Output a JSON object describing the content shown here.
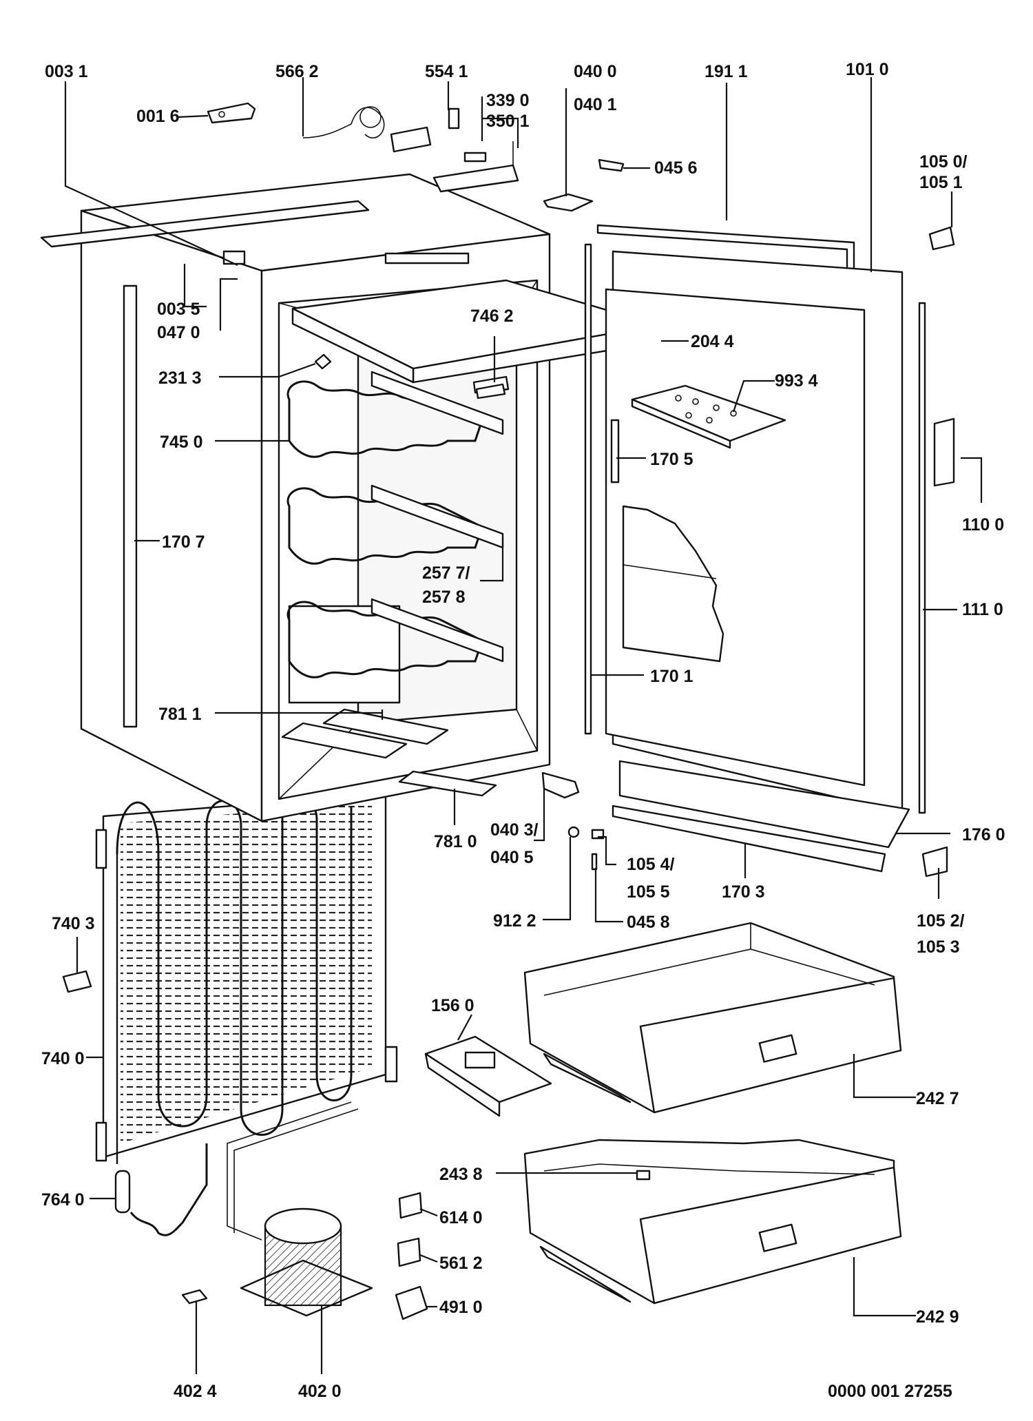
{
  "drawing_number": "0000 001 27255",
  "labels": [
    {
      "id": "p0031",
      "text": "003 1"
    },
    {
      "id": "p0016",
      "text": "001 6"
    },
    {
      "id": "p5662",
      "text": "566 2"
    },
    {
      "id": "p5541",
      "text": "554 1"
    },
    {
      "id": "p3390",
      "text": "339 0"
    },
    {
      "id": "p3501",
      "text": "350 1"
    },
    {
      "id": "p0400",
      "text": "040 0"
    },
    {
      "id": "p0401",
      "text": "040 1"
    },
    {
      "id": "p1911",
      "text": "191 1"
    },
    {
      "id": "p1010",
      "text": "101 0"
    },
    {
      "id": "p0456",
      "text": "045 6"
    },
    {
      "id": "p1050",
      "text": "105 0/"
    },
    {
      "id": "p1051",
      "text": "105 1"
    },
    {
      "id": "p0035",
      "text": "003 5"
    },
    {
      "id": "p0470",
      "text": "047 0"
    },
    {
      "id": "p7462",
      "text": "746 2"
    },
    {
      "id": "p2044",
      "text": "204 4"
    },
    {
      "id": "p2313",
      "text": "231 3"
    },
    {
      "id": "p9934",
      "text": "993 4"
    },
    {
      "id": "p7450",
      "text": "745 0"
    },
    {
      "id": "p1705",
      "text": "170 5"
    },
    {
      "id": "p1100",
      "text": "110 0"
    },
    {
      "id": "p1707",
      "text": "170 7"
    },
    {
      "id": "p2577",
      "text": "257 7/"
    },
    {
      "id": "p2578",
      "text": "257 8"
    },
    {
      "id": "p1110",
      "text": "111 0"
    },
    {
      "id": "p1701",
      "text": "170 1"
    },
    {
      "id": "p7811",
      "text": "781 1"
    },
    {
      "id": "p7810",
      "text": "781 0"
    },
    {
      "id": "p0403",
      "text": "040 3/"
    },
    {
      "id": "p0405",
      "text": "040 5"
    },
    {
      "id": "p1054",
      "text": "105 4/"
    },
    {
      "id": "p1055",
      "text": "105 5"
    },
    {
      "id": "p1703",
      "text": "170 3"
    },
    {
      "id": "p1760",
      "text": "176 0"
    },
    {
      "id": "p9122",
      "text": "912 2"
    },
    {
      "id": "p0458",
      "text": "045 8"
    },
    {
      "id": "p1052",
      "text": "105 2/"
    },
    {
      "id": "p1053",
      "text": "105 3"
    },
    {
      "id": "p7403",
      "text": "740 3"
    },
    {
      "id": "p1560",
      "text": "156 0"
    },
    {
      "id": "p7400",
      "text": "740 0"
    },
    {
      "id": "p2427",
      "text": "242 7"
    },
    {
      "id": "p2438",
      "text": "243 8"
    },
    {
      "id": "p7640",
      "text": "764 0"
    },
    {
      "id": "p6140",
      "text": "614 0"
    },
    {
      "id": "p5612",
      "text": "561 2"
    },
    {
      "id": "p4910",
      "text": "491 0"
    },
    {
      "id": "p2429",
      "text": "242 9"
    },
    {
      "id": "p4024",
      "text": "402 4"
    },
    {
      "id": "p4020",
      "text": "402 0"
    }
  ]
}
